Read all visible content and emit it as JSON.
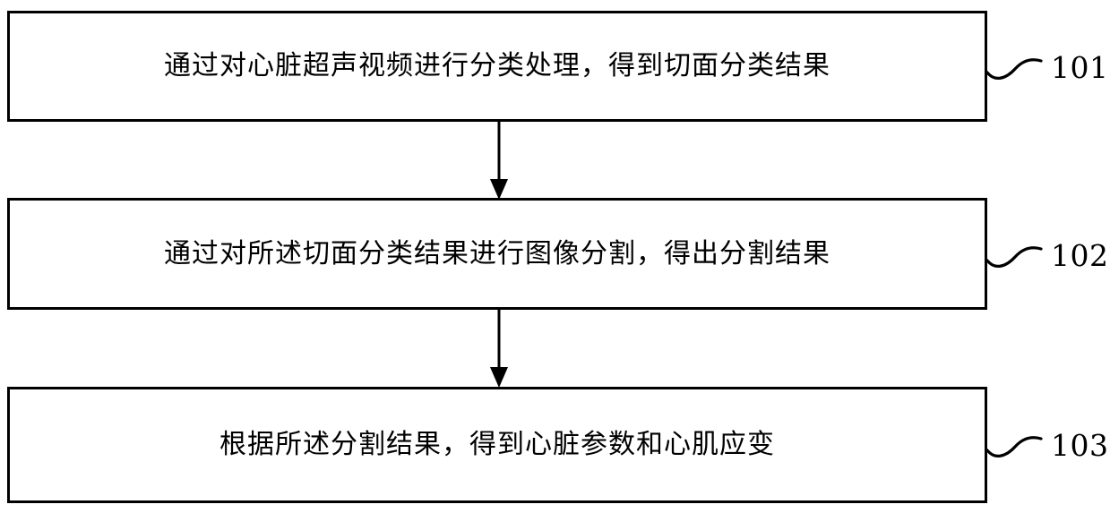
{
  "diagram": {
    "type": "flowchart",
    "orientation": "vertical",
    "colors": {
      "stroke": "#000000",
      "fill": "#ffffff",
      "text": "#000000"
    },
    "steps": [
      {
        "id": "101",
        "text": "通过对心脏超声视频进行分类处理，得到切面分类结果",
        "label": "101"
      },
      {
        "id": "102",
        "text": "通过对所述切面分类结果进行图像分割，得出分割结果",
        "label": "102"
      },
      {
        "id": "103",
        "text": "根据所述分割结果，得到心脏参数和心肌应变",
        "label": "103"
      }
    ],
    "connectors": [
      {
        "from": "101",
        "to": "102",
        "style": "arrow-down"
      },
      {
        "from": "102",
        "to": "103",
        "style": "arrow-down"
      }
    ]
  }
}
